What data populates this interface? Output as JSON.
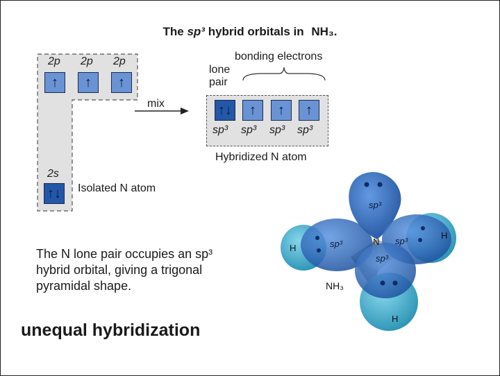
{
  "title": {
    "prefix": "The",
    "orbital": "sp³",
    "middle": "hybrid orbitals in",
    "molecule": "NH₃."
  },
  "isolated": {
    "p_labels": [
      "2p",
      "2p",
      "2p"
    ],
    "p_arrows": [
      "↑",
      "↑",
      "↑"
    ],
    "s_label": "2s",
    "s_arrow": "↑↓",
    "caption": "Isolated N atom"
  },
  "mix_label": "mix",
  "hybridized": {
    "lone_pair_label_1": "lone",
    "lone_pair_label_2": "pair",
    "bonding_label": "bonding electrons",
    "arrows": [
      "↑↓",
      "↑",
      "↑",
      "↑"
    ],
    "orbital_labels": [
      "sp³",
      "sp³",
      "sp³",
      "sp³"
    ],
    "caption": "Hybridized N atom"
  },
  "description": {
    "line1": "The N lone pair occupies an sp³",
    "line2": "hybrid orbital, giving a trigonal",
    "line3": "pyramidal shape."
  },
  "footer": "unequal hybridization",
  "molecule": {
    "center": "N",
    "lobe_labels": [
      "sp³",
      "sp³",
      "sp³",
      "sp³"
    ],
    "h_labels": [
      "H",
      "H",
      "H"
    ],
    "formula": "NH₃",
    "colors": {
      "lobe": "#2e6fc4",
      "lobe_dark": "#1c4f9c",
      "hydrogen": "#35a9c9",
      "core": "#8a8a8a"
    }
  }
}
